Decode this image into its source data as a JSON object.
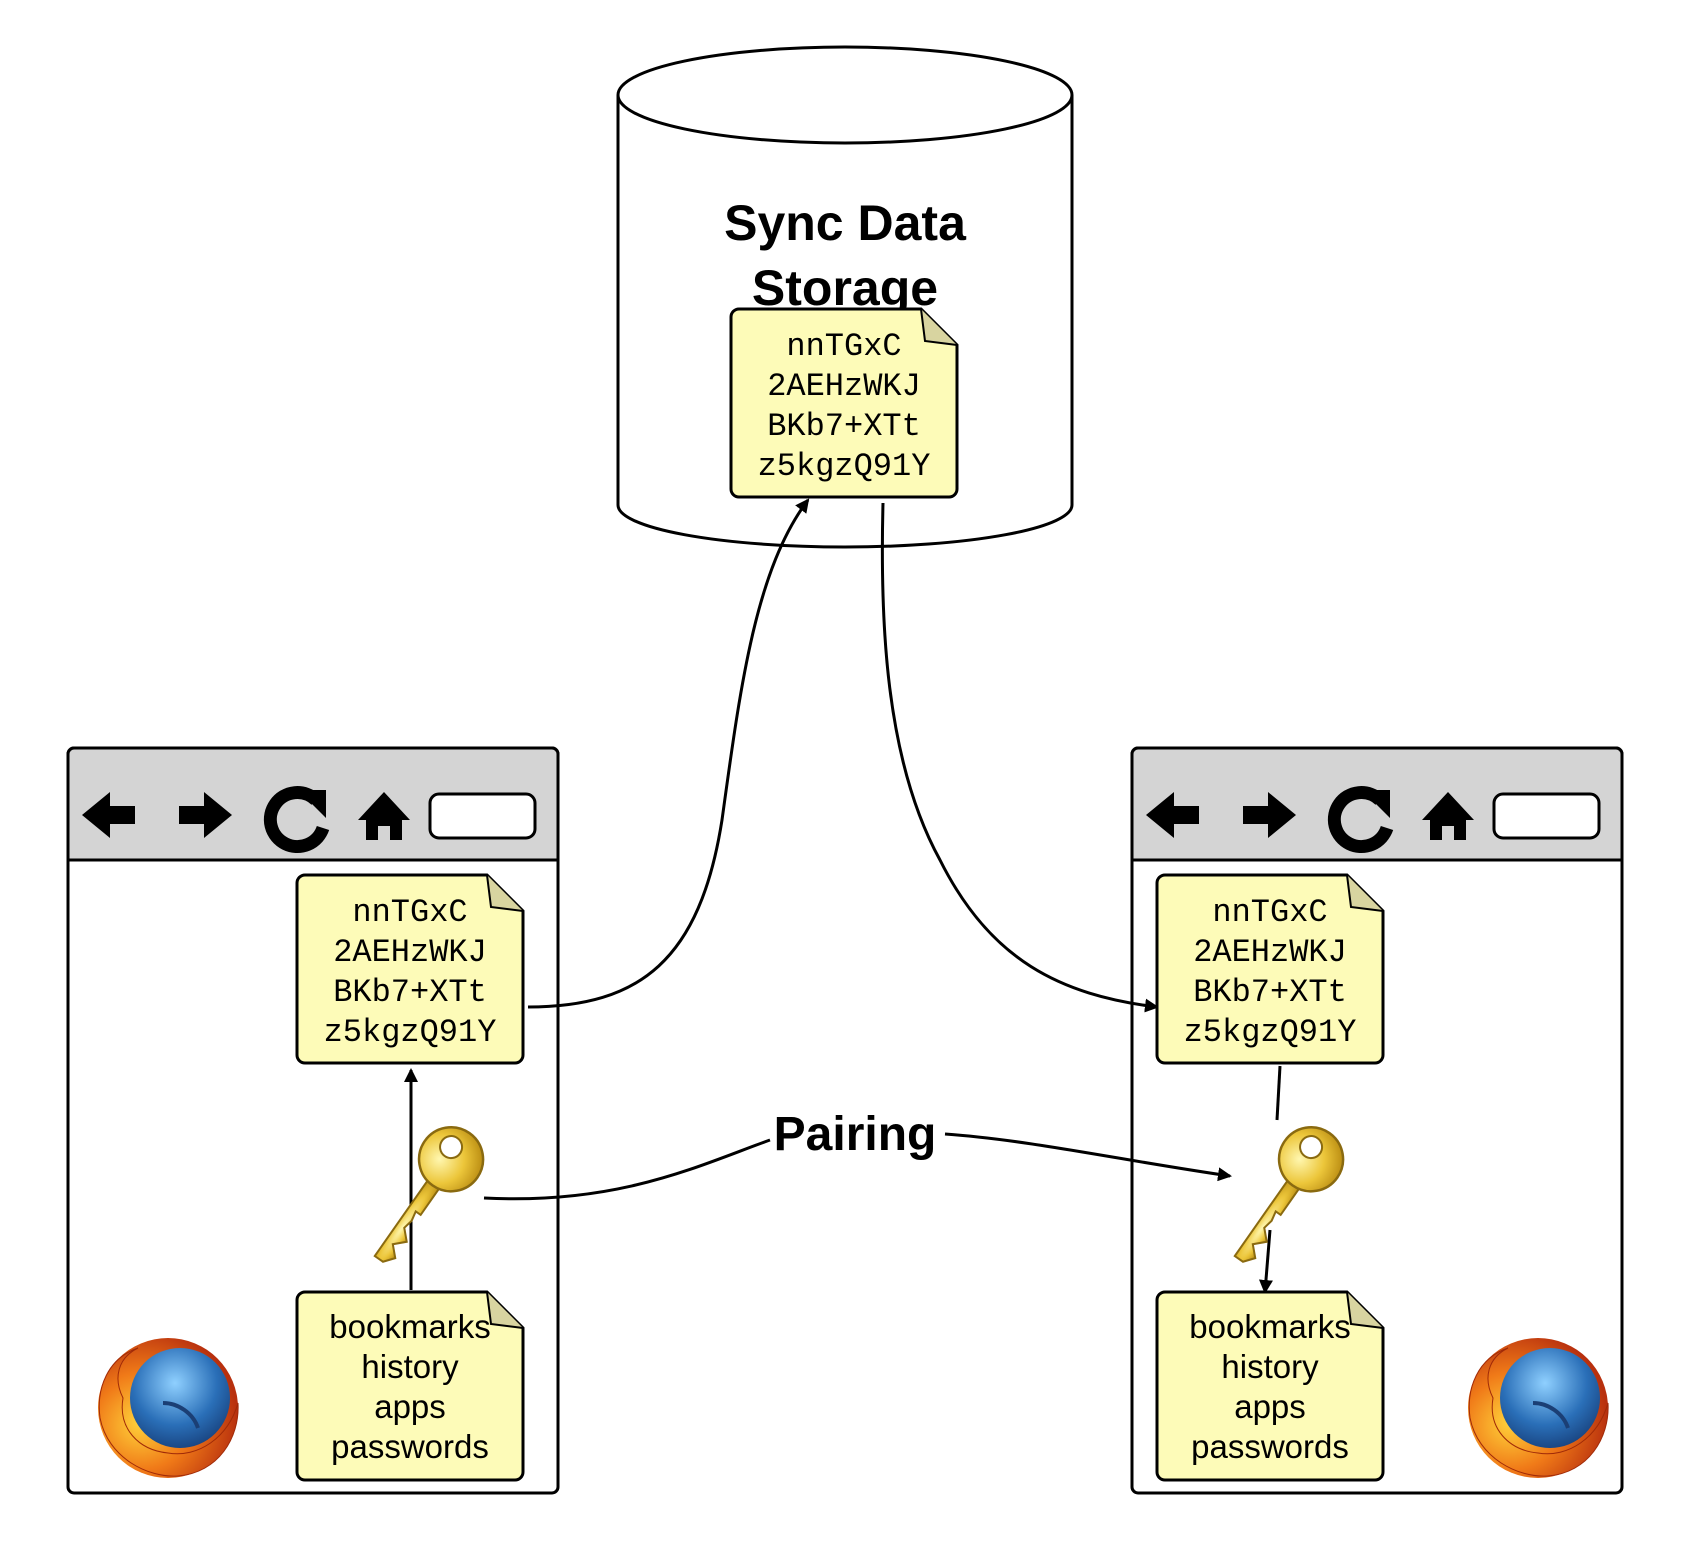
{
  "storage": {
    "title_line1": "Sync Data",
    "title_line2": "Storage"
  },
  "encrypted_note": {
    "lines": [
      "nnTGxC",
      "2AEHzWKJ",
      "BKb7+XTt",
      "z5kgzQ91Y"
    ]
  },
  "data_note": {
    "lines": [
      "bookmarks",
      "history",
      "apps",
      "passwords"
    ]
  },
  "pairing_label": "Pairing",
  "icons": {
    "back": "back-arrow-icon",
    "forward": "forward-arrow-icon",
    "reload": "reload-icon",
    "home": "home-icon",
    "key": "key-icon",
    "firefox": "firefox-logo-icon",
    "url_bar": "url-bar"
  },
  "colors": {
    "note_fill": "#fdfbb8",
    "toolbar_fill": "#d4d4d4",
    "stroke": "#000000",
    "key_gold": "#e8c43a"
  }
}
